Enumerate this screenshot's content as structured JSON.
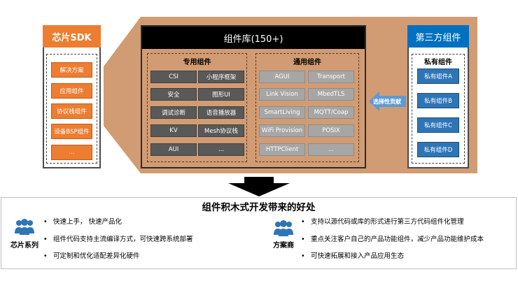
{
  "sdk": {
    "title": "芯片SDK",
    "items": [
      "解决方案",
      "应用组件",
      "协议栈组件",
      "设备BSP组件",
      "..."
    ]
  },
  "library": {
    "title": "组件库(150+)",
    "dedicated": {
      "title": "专用组件",
      "rows": [
        [
          "CSI",
          "小程序框架"
        ],
        [
          "安全",
          "图形UI"
        ],
        [
          "调试诊断",
          "语音播放器"
        ],
        [
          "KV",
          "Mesh协议栈"
        ],
        [
          "AUI",
          "..."
        ]
      ]
    },
    "general": {
      "title": "通用组件",
      "rows": [
        [
          "AGUI",
          "Transport"
        ],
        [
          "Link Vision",
          "MbedTLS"
        ],
        [
          "SmartLiving",
          "MQTT/Coap"
        ],
        [
          "WiFi Provision",
          "POSIX"
        ],
        [
          "HTTPClient",
          "..."
        ]
      ]
    }
  },
  "third_party": {
    "title": "第三方组件",
    "subtitle": "私有组件",
    "items": [
      "私有组件A",
      "私有组件B",
      "私有组件C",
      "私有组件D"
    ]
  },
  "contribution_label": "选择性贡献",
  "benefits": {
    "title": "组件积木式开发带来的好处",
    "chip": {
      "label": "芯片系列",
      "bullets": [
        "快速上手，  快速产品化",
        "组件代码支持主流编译方式，可快速跨系统部署",
        "可定制和优化适配差异化硬件"
      ]
    },
    "solution": {
      "label": "方案商",
      "bullets": [
        "支持以源代码或库的形式进行第三方代码组件化管理",
        "重点关注客户自己的产品功能组件，减少产品功能维护成本",
        "可快速拓展和接入产品应用生态"
      ]
    }
  },
  "colors": {
    "orange": "#ed7d31",
    "tan": "#d19c73",
    "blue": "#0070c0",
    "dark_cell": "#595959",
    "light_cell": "#a6a6a6",
    "arrow_blue": "#5b9bd5"
  }
}
